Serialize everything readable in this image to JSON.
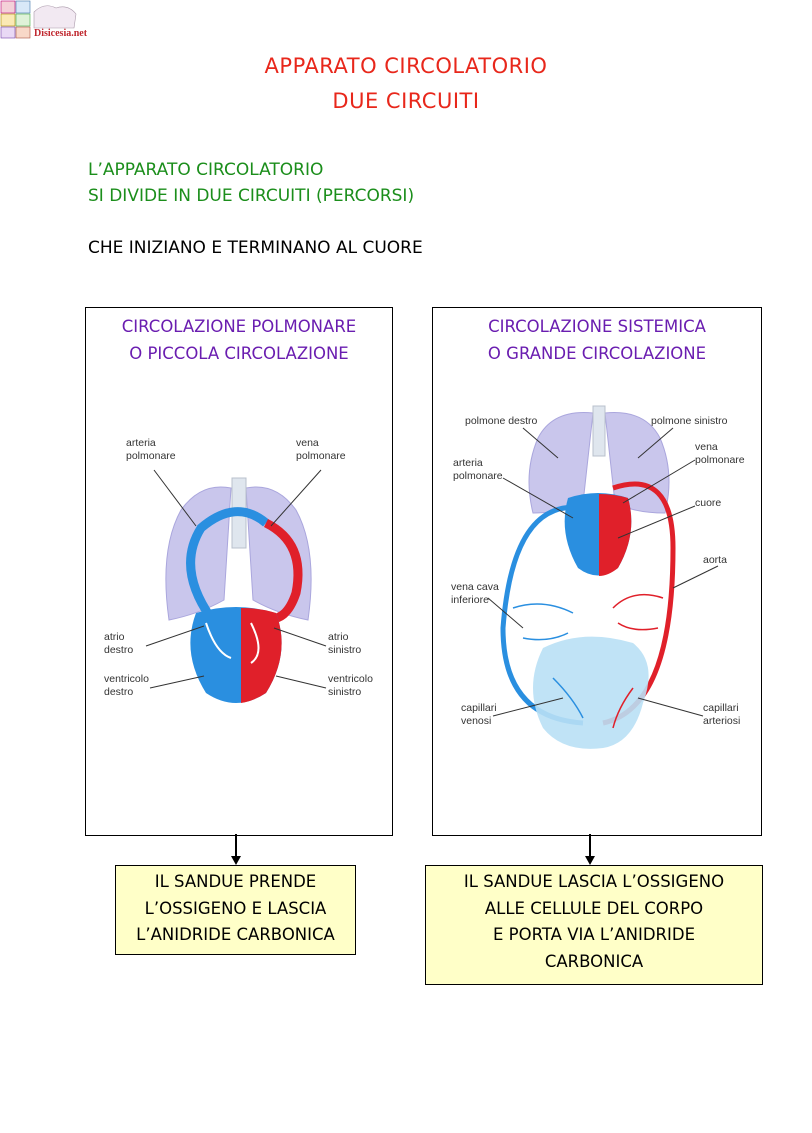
{
  "logo": {
    "text": "Disicesia.net"
  },
  "header": {
    "title_line1": "APPARATO CIRCOLATORIO",
    "title_line2": "DUE CIRCUITI"
  },
  "intro": {
    "line1": "L’APPARATO CIRCOLATORIO",
    "line2": "SI DIVIDE IN DUE CIRCUITI (PERCORSI)",
    "line3": "CHE INIZIANO E TERMINANO AL CUORE"
  },
  "left_panel": {
    "title_line1": "CIRCOLAZIONE POLMONARE",
    "title_line2": "O PICCOLA CIRCOLAZIONE",
    "labels": {
      "arteria_1": "arteria",
      "arteria_2": "polmonare",
      "vena_1": "vena",
      "vena_2": "polmonare",
      "atrio_dx_1": "atrio",
      "atrio_dx_2": "destro",
      "atrio_sx_1": "atrio",
      "atrio_sx_2": "sinistro",
      "ventricolo_dx_1": "ventricolo",
      "ventricolo_dx_2": "destro",
      "ventricolo_sx_1": "ventricolo",
      "ventricolo_sx_2": "sinistro"
    },
    "note": {
      "line1": "IL SANDUE  PRENDE",
      "line2": "L’OSSIGENO E LASCIA",
      "line3": "L’ANIDRIDE CARBONICA"
    }
  },
  "right_panel": {
    "title_line1": "CIRCOLAZIONE SISTEMICA",
    "title_line2": "O GRANDE CIRCOLAZIONE",
    "labels": {
      "polmone_destro": "polmone destro",
      "polmone_sinistro": "polmone sinistro",
      "arteria_1": "arteria",
      "arteria_2": "polmonare",
      "vena_1": "vena",
      "vena_2": "polmonare",
      "cuore": "cuore",
      "aorta": "aorta",
      "vena_cava_1": "vena cava",
      "vena_cava_2": "inferiore",
      "capillari_venosi_1": "capillari",
      "capillari_venosi_2": "venosi",
      "capillari_arteriosi_1": "capillari",
      "capillari_arteriosi_2": "arteriosi"
    },
    "note": {
      "line1": "IL SANDUE LASCIA L’OSSIGENO",
      "line2": "ALLE CELLULE DEL CORPO",
      "line3": "E PORTA VIA L’ANIDRIDE",
      "line4": "CARBONICA"
    }
  },
  "colors": {
    "title": "#e8271b",
    "intro_green": "#1b8e1b",
    "box_title_purple": "#6a1db0",
    "note_background": "#ffffc8",
    "venous_blue": "#2a8fe0",
    "arterial_red": "#e0202a",
    "lung_lilac": "#c9c6ec"
  }
}
